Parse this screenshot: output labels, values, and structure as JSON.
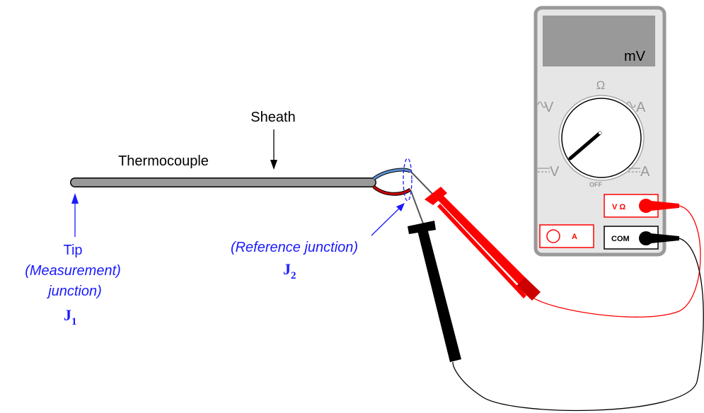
{
  "labels": {
    "sheath": "Sheath",
    "thermocouple": "Thermocouple",
    "tip": "Tip",
    "measurement": "(Measurement)",
    "junction": "junction)",
    "j1_main": "J",
    "j1_sub": "1",
    "reference": "(Reference junction)",
    "j2_main": "J",
    "j2_sub": "2"
  },
  "meter": {
    "display_unit": "mV",
    "dial": {
      "ohm": "Ω",
      "ac_v": "V",
      "ac_a": "A",
      "dc_v": "V",
      "dc_a": "A",
      "off": "OFF"
    },
    "jacks": {
      "v_ohm": "V Ω",
      "amps": "A",
      "com": "COM"
    }
  },
  "colors": {
    "annotation": "#1a1aff",
    "probe_red": "#ff0000",
    "probe_black": "#000000",
    "sheath": "#999999",
    "meter_body": "#e6e6e6",
    "meter_border": "#999999",
    "display": "#999999",
    "wire_blue": "#5b8fd0",
    "wire_red": "#cc0000"
  }
}
